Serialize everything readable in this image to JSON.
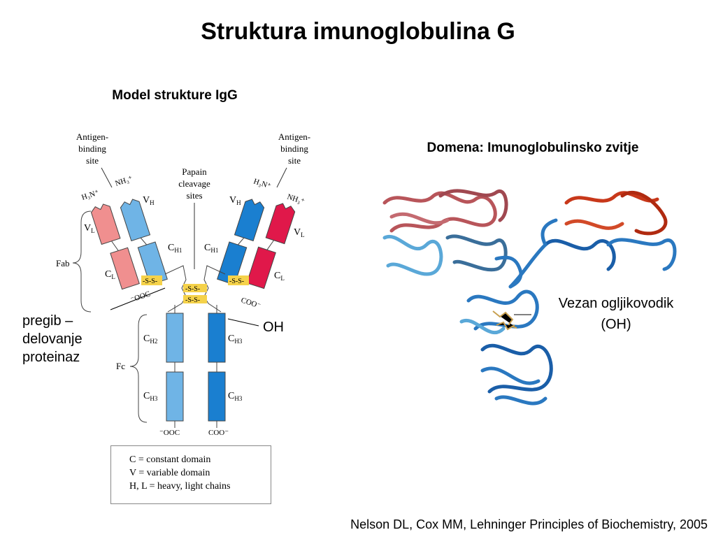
{
  "title": "Struktura imunoglobulina G",
  "left_diagram": {
    "subtitle": "Model strukture IgG",
    "labels": {
      "antigen_site_left": [
        "Antigen-",
        "binding",
        "site"
      ],
      "antigen_site_right": [
        "Antigen-",
        "binding",
        "site"
      ],
      "papain": [
        "Papain",
        "cleavage",
        "sites"
      ],
      "fab": "Fab",
      "fc": "Fc",
      "nh3_left_heavy": "NH₃⁺",
      "h3n_left_light": "H₃N⁺",
      "h3n_right_heavy": "H₃N⁺",
      "nh3_right_light": "NH₃⁺",
      "vh": "V",
      "vl": "V",
      "ch": "C",
      "cl": "C",
      "coo": "COO⁻",
      "ooc": "⁻OOC",
      "ss": "-S-S-",
      "sub_h": "H",
      "sub_l": "L",
      "sub_h1": "H1",
      "sub_h2": "H2",
      "sub_h3": "H3"
    },
    "legend": [
      "C = constant domain",
      "V = variable domain",
      "H, L = heavy, light chains"
    ],
    "colors": {
      "light_chain_left": "#f08f8f",
      "light_chain_right": "#e0184a",
      "heavy_chain_left": "#6fb4e6",
      "heavy_chain_right": "#1a7fd0",
      "disulfide": "#f5d24a"
    }
  },
  "annotations": {
    "pregib": "pregib –\ndelovanje\nproteinaz",
    "oh": "OH",
    "vezan": "Vezan ogljikovodik\n(OH)"
  },
  "right_diagram": {
    "subtitle": "Domena: Imunoglobulinsko zvitje",
    "colors": {
      "fab_light_left": "#b8555a",
      "fab_light_right": "#c8381a",
      "heavy_blue": "#2a78c0",
      "heavy_light_blue": "#5aa8d8",
      "carbohydrate": "#c8a050"
    }
  },
  "citation": "Nelson DL, Cox MM, Lehninger Principles of Biochemistry, 2005"
}
